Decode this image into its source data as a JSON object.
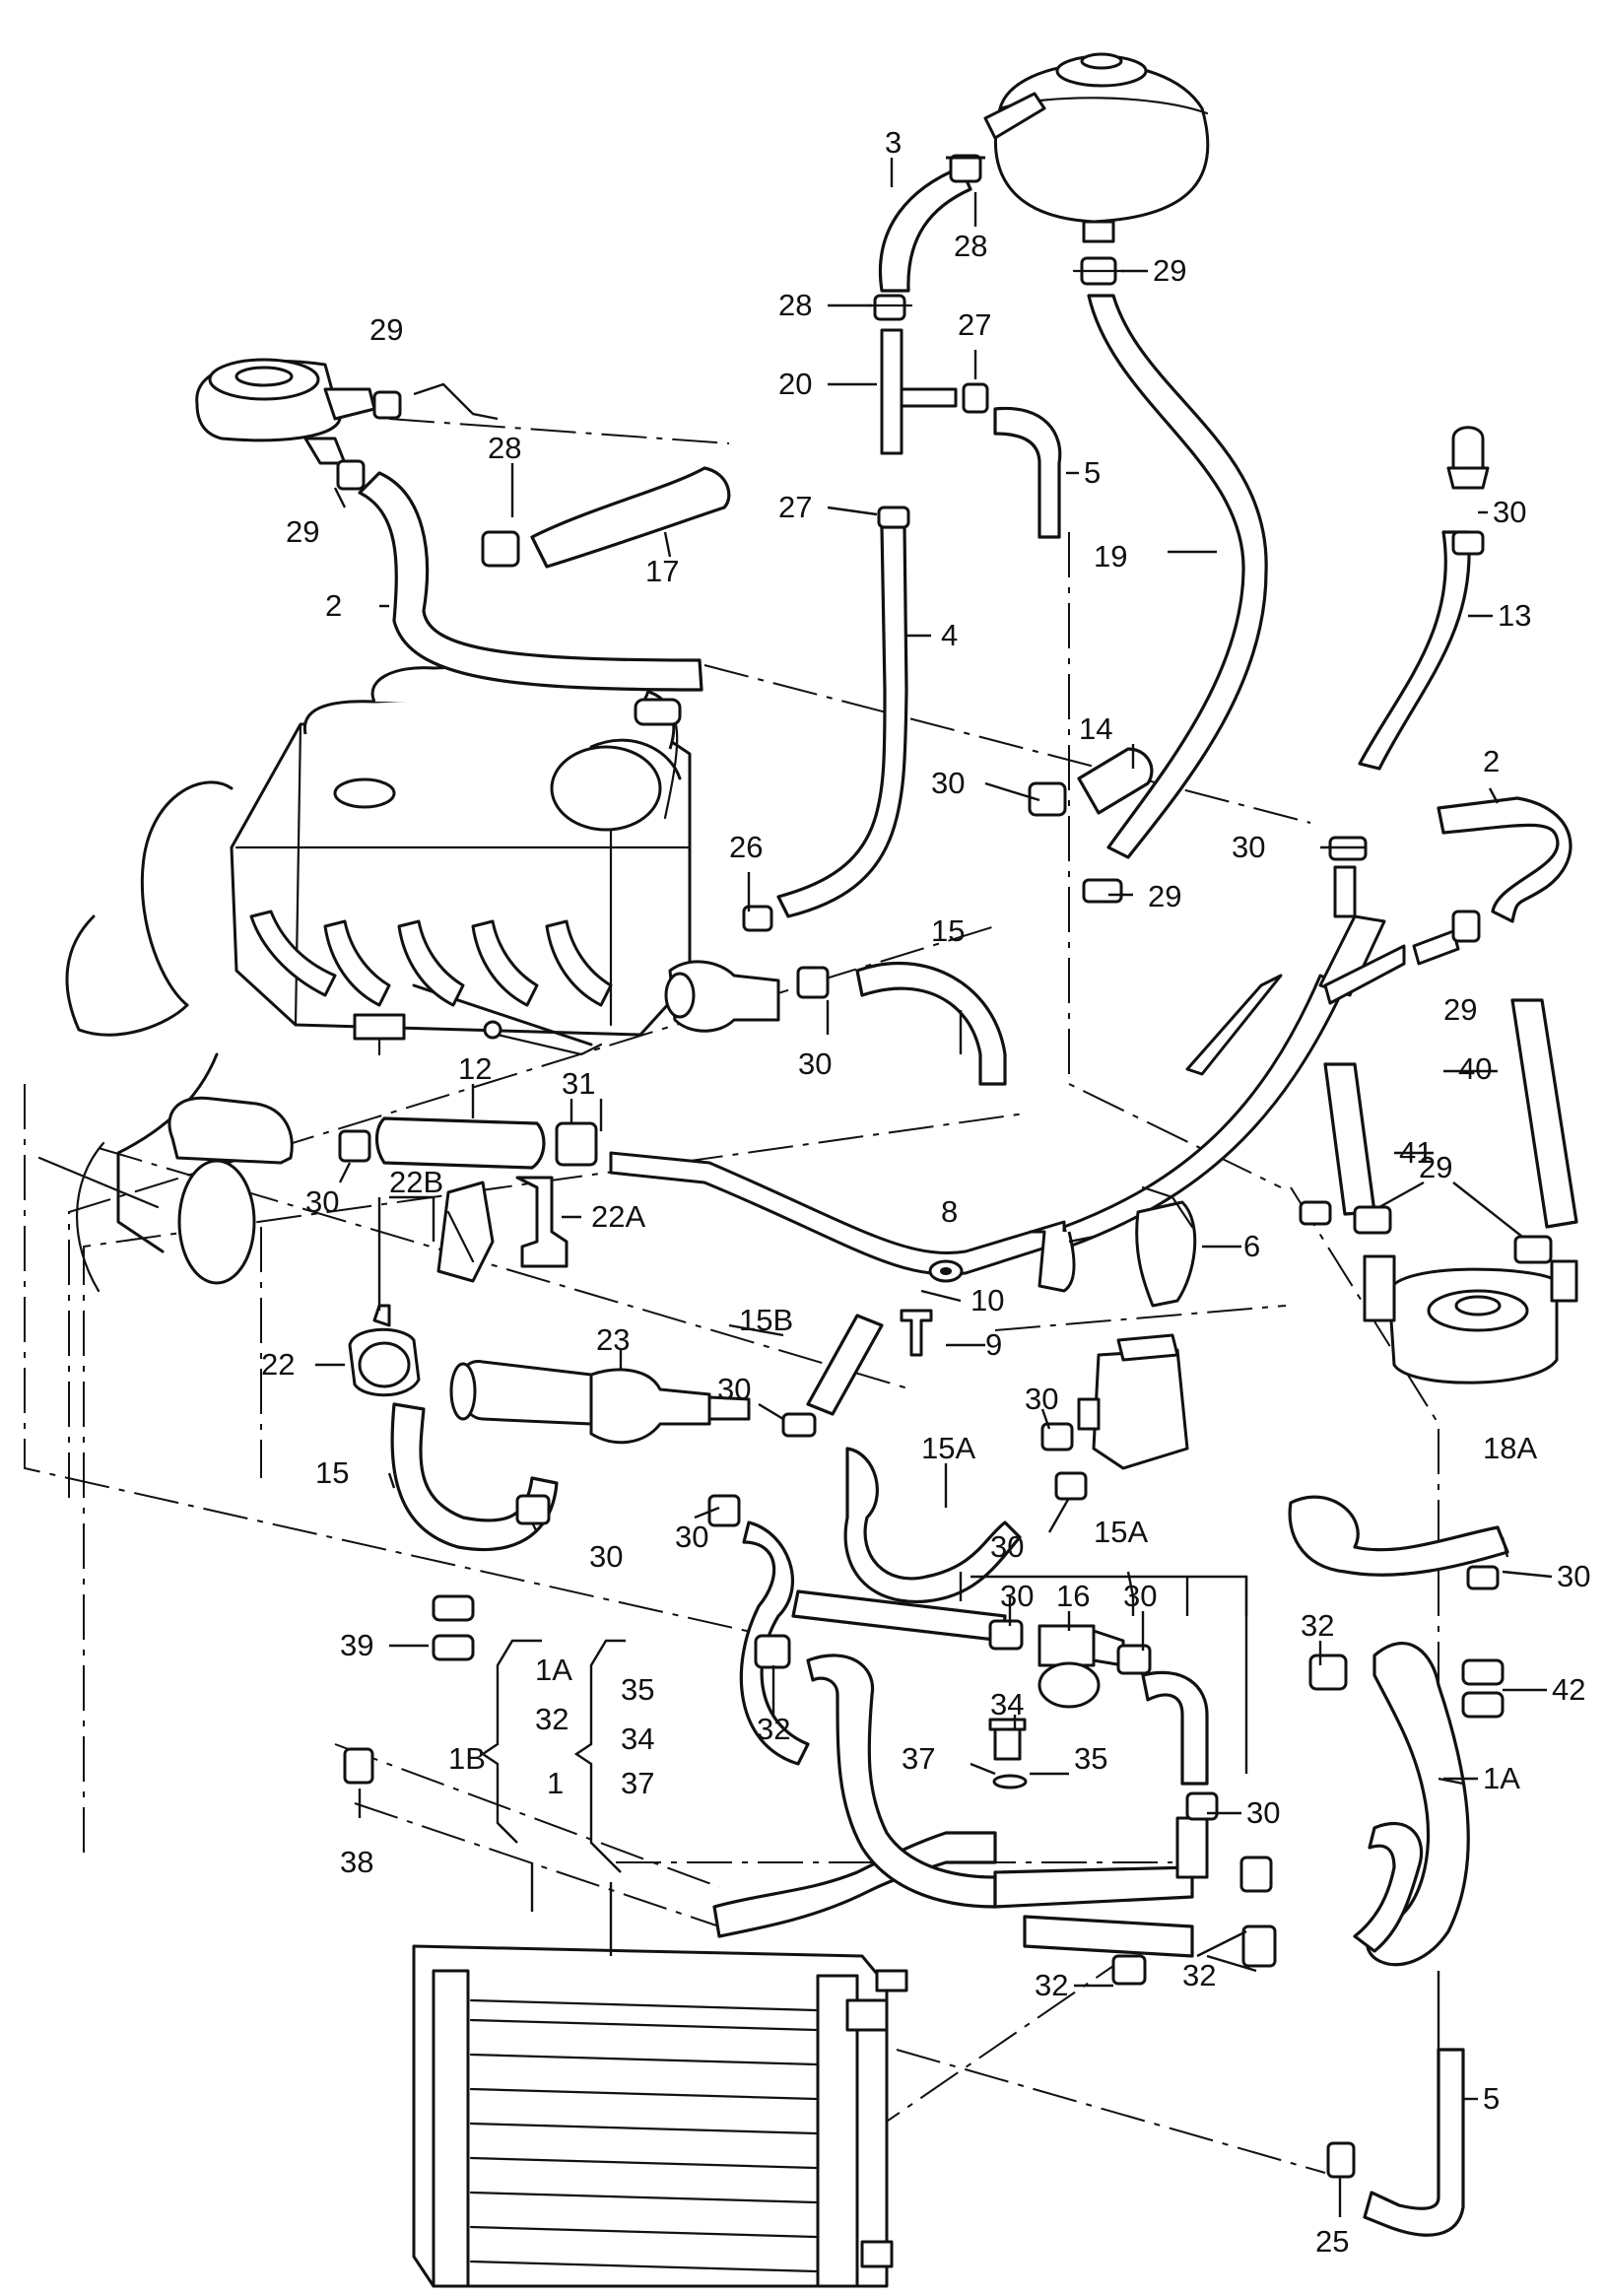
{
  "labels": {
    "p3": "3",
    "p28": "28",
    "p29": "29",
    "p20": "20",
    "p27": "27",
    "p5": "5",
    "p17": "17",
    "p19": "19",
    "p2": "2",
    "p4": "4",
    "p13": "13",
    "p30": "30",
    "p14": "14",
    "p26": "26",
    "p15": "15",
    "p12": "12",
    "p31": "31",
    "p22B": "22B",
    "p22A": "22A",
    "p8": "8",
    "p6": "6",
    "p10": "10",
    "p9": "9",
    "p40": "40",
    "p41": "41",
    "p15B": "15B",
    "p22": "22",
    "p23": "23",
    "p15A": "15A",
    "p18A": "18A",
    "p16": "16",
    "p32": "32",
    "p39": "39",
    "p42": "42",
    "p1A": "1A",
    "p35": "35",
    "p34": "34",
    "p1B": "1B",
    "p1": "1",
    "p37": "37",
    "p38": "38",
    "p25": "25"
  }
}
